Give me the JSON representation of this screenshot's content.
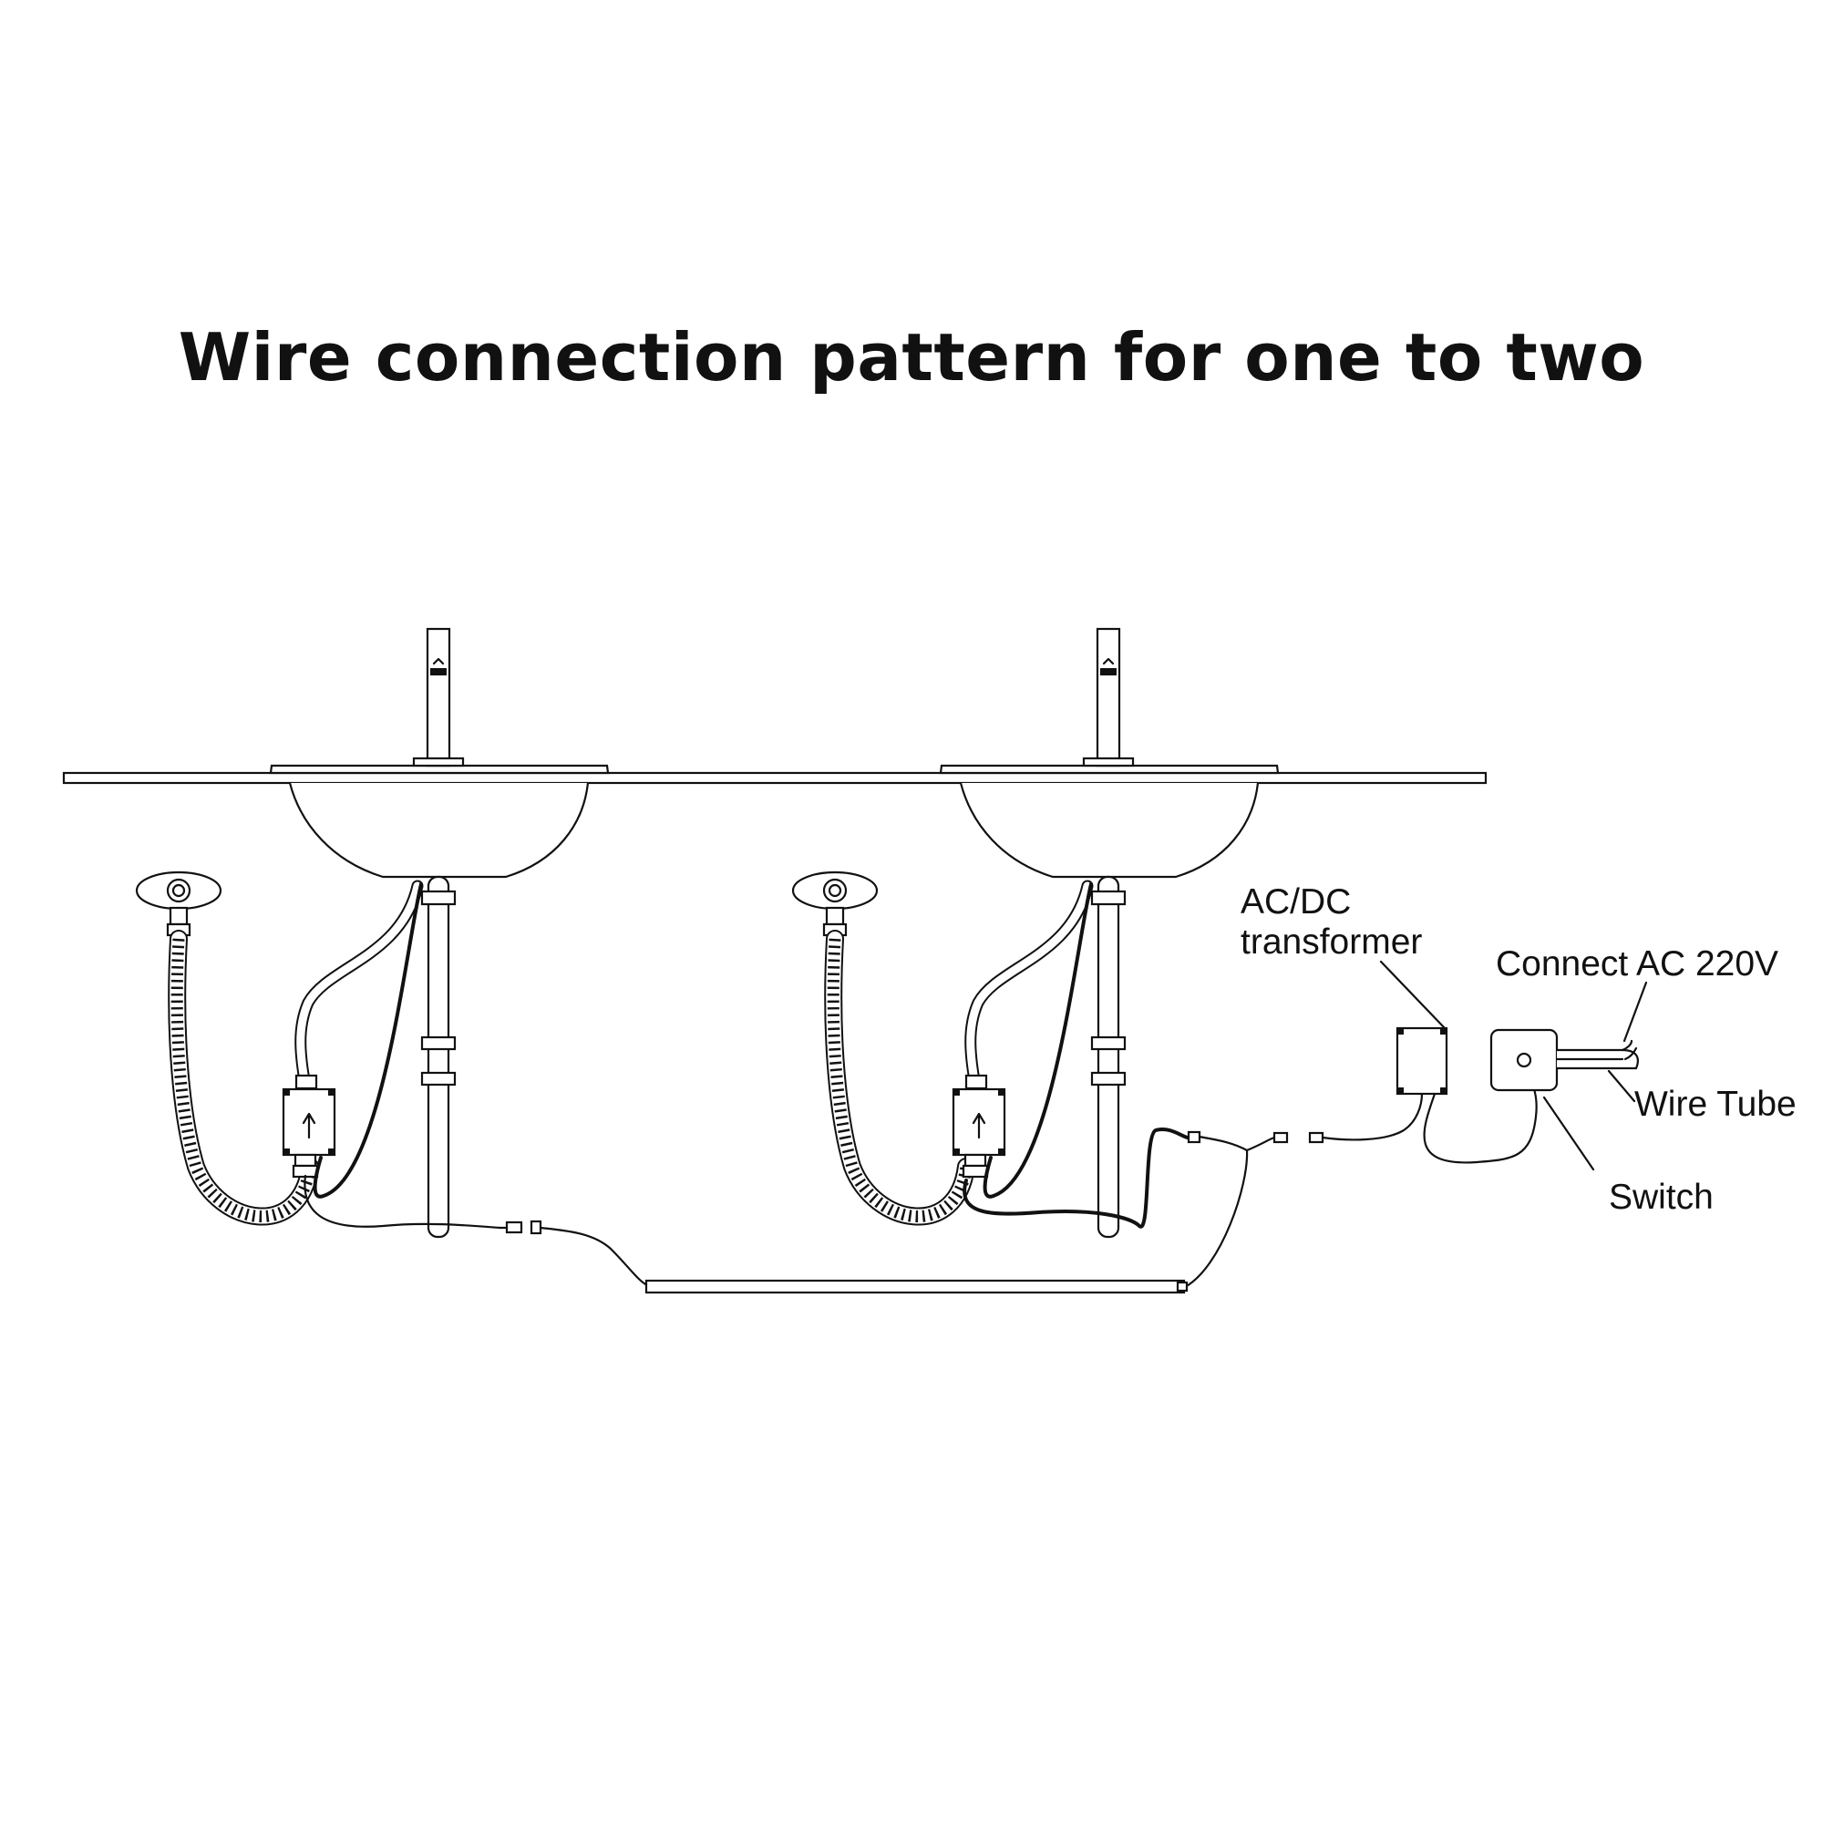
{
  "title": "Wire connection pattern for one to two",
  "labels": {
    "transformer": "AC/DC\ntransformer",
    "ac_supply": "Connect AC 220V",
    "wire_tube": "Wire Tube",
    "switch": "Switch"
  },
  "colors": {
    "line": "#111111",
    "background": "#ffffff"
  }
}
